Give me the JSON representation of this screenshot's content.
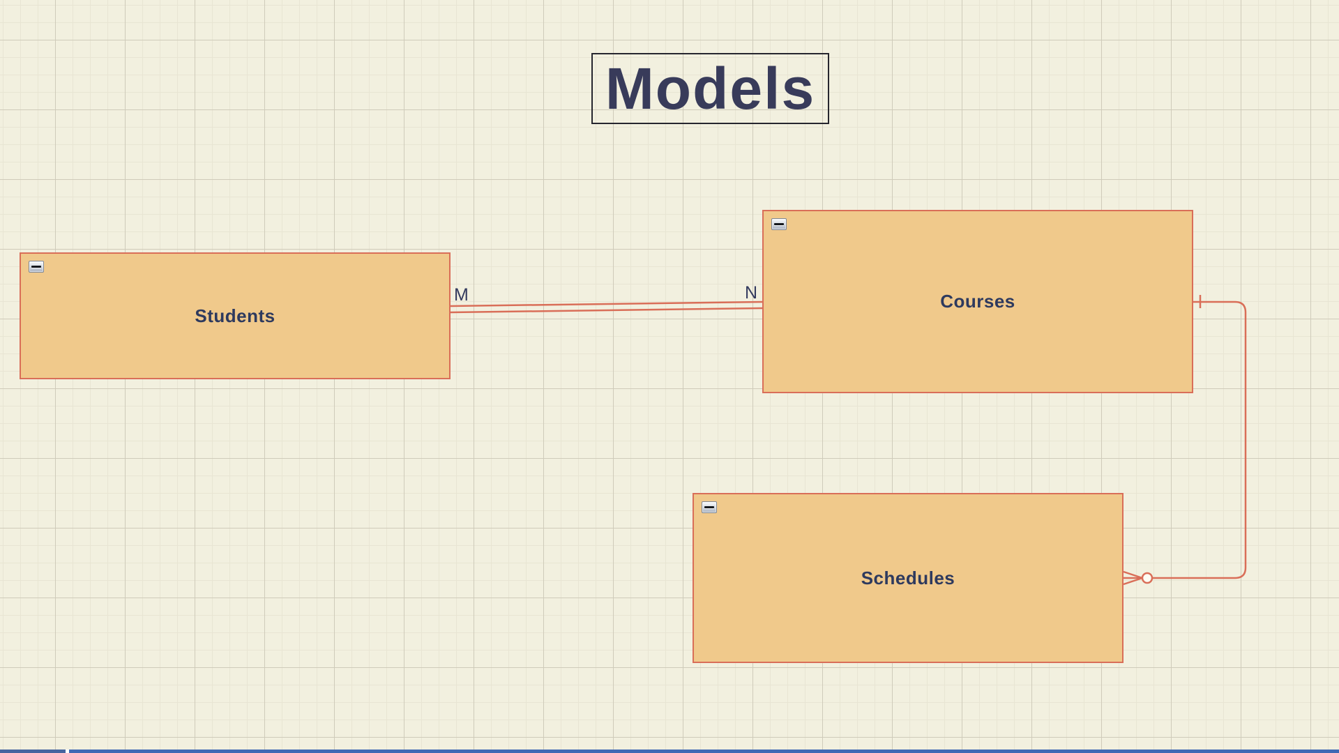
{
  "canvas": {
    "title": "Models"
  },
  "entities": [
    {
      "name": "Students",
      "collapse_icon": "minus"
    },
    {
      "name": "Courses",
      "collapse_icon": "minus"
    },
    {
      "name": "Schedules",
      "collapse_icon": "minus"
    }
  ],
  "relationships": [
    {
      "from": "Students",
      "to": "Courses",
      "from_label": "M",
      "to_label": "N",
      "type": "many-to-many",
      "style": "parallel-double-line"
    },
    {
      "from": "Courses",
      "to": "Schedules",
      "from_symbol": "one-tick",
      "to_symbol": "zero-or-many-crows-foot-with-circle",
      "type": "one-to-many",
      "style": "orthogonal-rounded"
    }
  ],
  "colors": {
    "bg": "#F2F0DF",
    "grid-minor": "#E8E5D3",
    "grid-major": "#CFCBBA",
    "entity-fill": "#F0C98B",
    "entity-border": "#D96E58",
    "entity-label": "#2E3A5E",
    "connector": "#D96E58",
    "title-color": "#383B5A",
    "title-border": "#26262E",
    "cardinality-label": "#333A5E",
    "bottombar-left": "#46649F",
    "bottombar-right": "#3F69B4"
  }
}
